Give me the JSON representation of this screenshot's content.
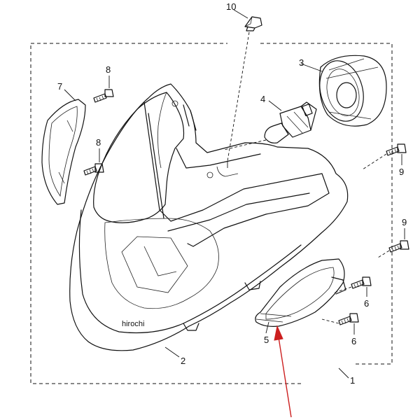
{
  "diagram": {
    "callouts": {
      "c1": "1",
      "c2": "2",
      "c3": "3",
      "c4": "4",
      "c5": "5",
      "c6a": "6",
      "c6b": "6",
      "c7": "7",
      "c8a": "8",
      "c8b": "8",
      "c9a": "9",
      "c9b": "9",
      "c10": "10"
    },
    "watermark": "hirochi",
    "colors": {
      "line": "#111111",
      "arrow": "#cc1f1f",
      "background": "#ffffff"
    }
  }
}
